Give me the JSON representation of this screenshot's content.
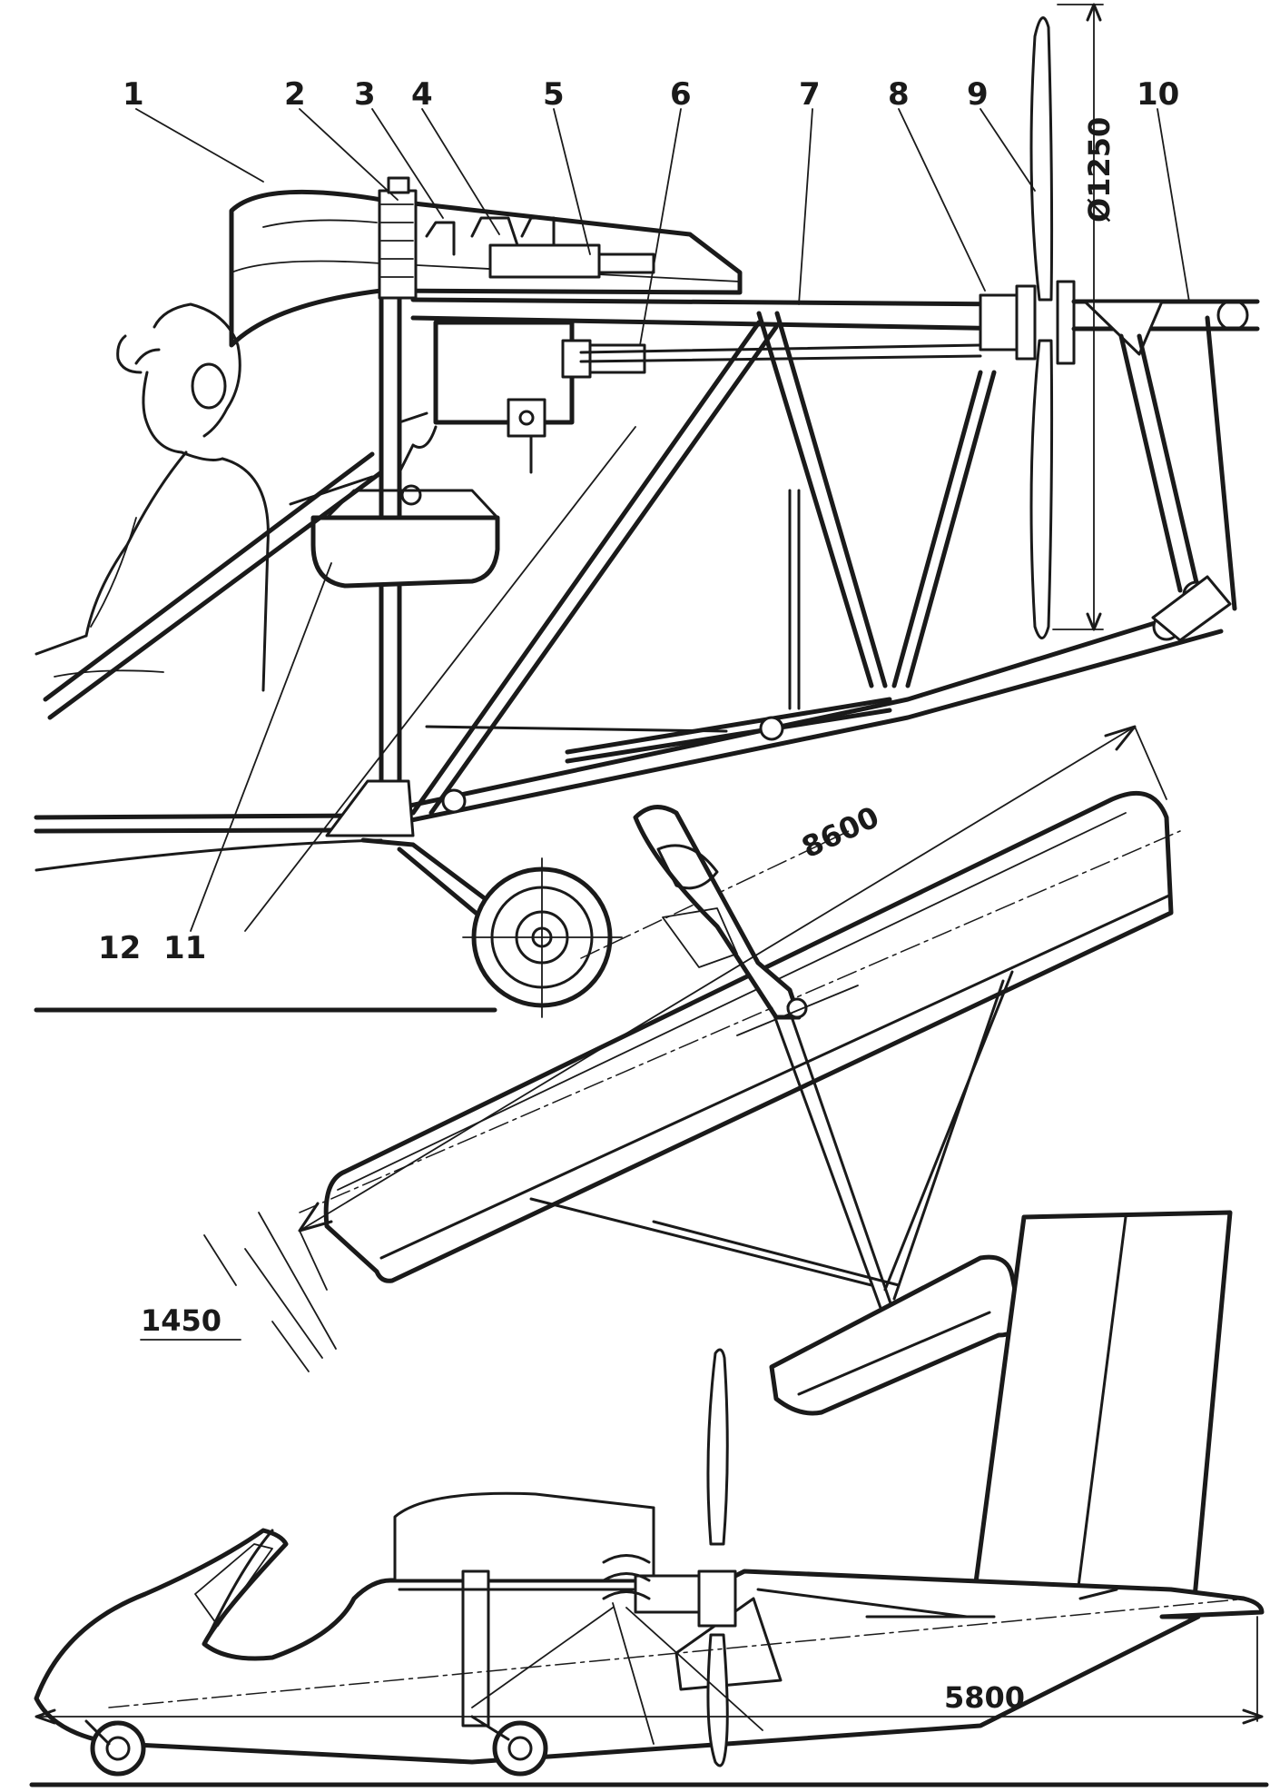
{
  "callouts": [
    "1",
    "2",
    "3",
    "4",
    "5",
    "6",
    "7",
    "8",
    "9",
    "10",
    "11",
    "12"
  ],
  "dimensions": {
    "propeller_diameter": "Ø1250",
    "wingspan": "8600",
    "chord": "1450",
    "length": "5800"
  }
}
